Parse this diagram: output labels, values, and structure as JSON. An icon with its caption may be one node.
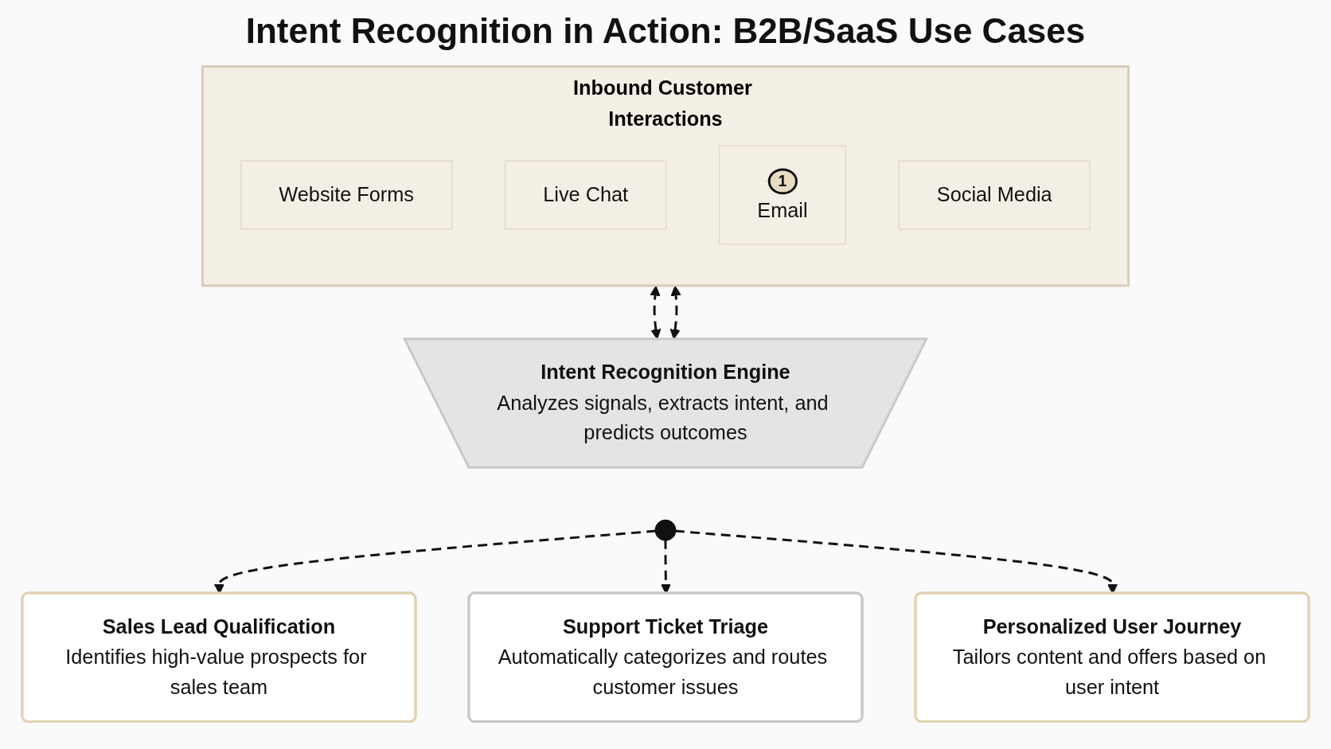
{
  "diagram": {
    "title": "Intent Recognition in Action: B2B/SaaS Use Cases",
    "nodes": [
      {
        "text": [
          "Inbound Customer Interactions"
        ]
      },
      {
        "text": [
          "Website Forms"
        ],
        "in": 0
      },
      {
        "text": [
          "Live Chat"
        ],
        "in": 0
      },
      {
        "text": [
          "1",
          "Email"
        ],
        "in": 0
      },
      {
        "text": [
          "Social Media"
        ],
        "in": 0
      },
      {
        "text": [
          "Intent Recognition Engine",
          "Analyzes signals, extracts intent, and predicts outcomes"
        ]
      },
      {
        "text": [],
        "shape": "circle"
      },
      {
        "text": [
          "Sales Lead Qualification",
          "Identifies high-value prospects for sales team"
        ]
      },
      {
        "text": [
          "Support Ticket Triage",
          "Automatically categorizes and routes customer issues"
        ]
      },
      {
        "text": [
          "Personalized User Journey",
          "Tailors content and offers based on user intent"
        ]
      }
    ],
    "edges": [
      {
        "from": 0,
        "to": 5,
        "arrow": "both",
        "style": "dashed"
      },
      {
        "from": 0,
        "to": 5,
        "arrow": "both",
        "style": "dashed"
      },
      {
        "from": 6,
        "to": 7,
        "arrow": "to",
        "style": "dashed"
      },
      {
        "from": 6,
        "to": 8,
        "arrow": "to",
        "style": "dashed"
      },
      {
        "from": 6,
        "to": 9,
        "arrow": "to",
        "style": "dashed"
      }
    ]
  }
}
